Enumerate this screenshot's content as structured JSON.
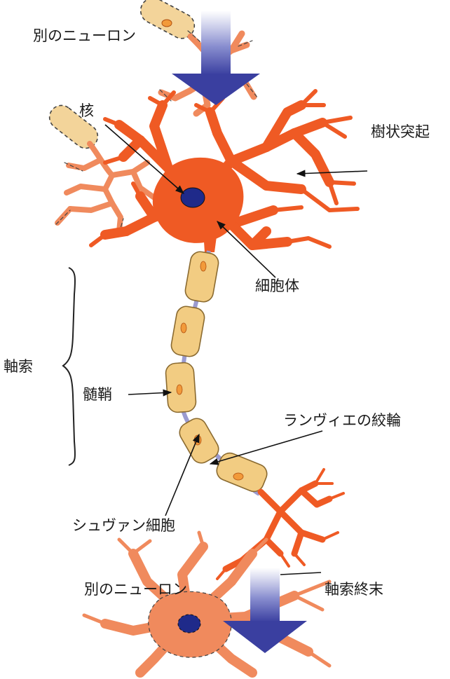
{
  "labels": {
    "other_neuron_top": "別のニューロン",
    "nucleus": "核",
    "dendrites": "樹状突起",
    "cell_body": "細胞体",
    "axon": "軸索",
    "myelin_sheath": "髄鞘",
    "node_of_ranvier": "ランヴィエの絞輪",
    "schwann_cell": "シュヴァン細胞",
    "other_neuron_bottom": "別のニューロン",
    "axon_terminal": "軸索終末"
  },
  "colors": {
    "neuron": "#ef5a24",
    "neuron_faded": "#f08a5d",
    "nucleus": "#1f2a8a",
    "myelin": "#f2cc82",
    "myelin_stroke": "#b08a40",
    "schwann_nucleus": "#f29a3a",
    "arrow_dark": "#3a3fa0",
    "arrow_light": "#ffffff"
  }
}
